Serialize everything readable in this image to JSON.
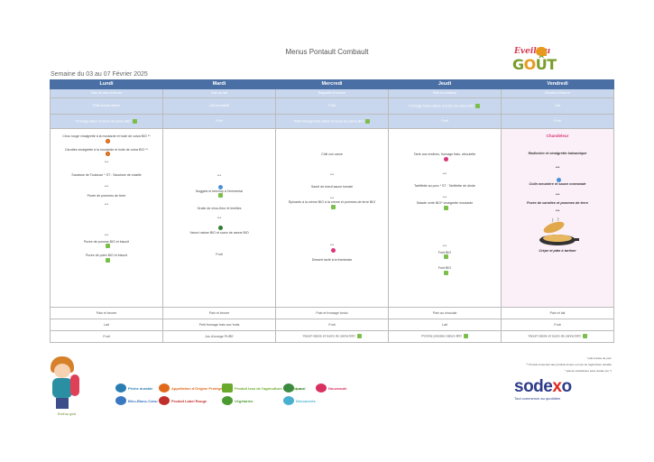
{
  "header": {
    "title": "Menus Pontault Combault",
    "week": "Semaine du 03 au 07 Février 2025"
  },
  "brand": {
    "logo_line1": "Eveil au",
    "logo_line2a": "G",
    "logo_line2b": "O",
    "logo_line2c": "ÛT"
  },
  "days": [
    "Lundi",
    "Mardi",
    "Mercredi",
    "Jeudi",
    "Vendredi"
  ],
  "rows": {
    "r1": [
      "Pain de mie et beurre",
      "Pain au lait",
      "Baguette et beurre",
      "Pain et confiture",
      "Brioche et beurre"
    ],
    "r2": [
      "Petit-suisse nature",
      "Lait aromatisé",
      "Fruit",
      "Fromage blanc nature et sucre de canne BIO",
      "Lait"
    ],
    "r3": [
      "Fromage blanc et sucre de canne BIO",
      "Fruit",
      "Petit fromage frais nature et sucre de canne BIO",
      "Fruit",
      "Fruit"
    ]
  },
  "main": {
    "lundi": [
      "Chou rouge vinaigrette à la moutarde et huile de colza BIO **",
      "Carottes vinaigrette à la moutarde et huile de colza BIO **",
      "***",
      "Saucisse de Toulouse * ST : Saucisse de volaille",
      "***",
      "Purée de pommes de terre",
      "***",
      "***",
      "Purée de pomme BIO et biscuit",
      "Purée de poire BIO et biscuit"
    ],
    "mardi": [
      "***",
      "Nuggets et ketchup à l'emmental",
      "Gratin de chou-fleur et lentilles",
      "***",
      "Yaourt nature BIO et sucre de canne BIO",
      "Fruit"
    ],
    "mercredi": [
      "Chili con carne",
      "***",
      "Sauté de bœuf sauce tomate",
      "***",
      "Épinards à la crème BIO à la crème et pommes de terre BIO",
      "***",
      "Dessert lacté à la framboise"
    ],
    "jeudi": [
      "Tarte aux endives, fromage frais, ciboulette",
      "***",
      "Tartiflette au porc * ST : Tartiflette de dinde",
      "***",
      "Salade verte BIO* vinaigrette moutarde",
      "***",
      "Fruit BIO",
      "Fruit BIO"
    ],
    "vendredi": [
      "Chandeleur",
      "Radicchio et vinaigrette balsamique",
      "***",
      "Colin meunière et sauce normande",
      "***",
      "Purée de carottes et pommes de terre",
      "***",
      "Crêpe et pâte à tartiner"
    ]
  },
  "bottom": {
    "b1": [
      "Pain et beurre",
      "Pain et beurre",
      "Pain et fromage fondu",
      "Pain au chocolat",
      "Pain et lait"
    ],
    "b2": [
      "Lait",
      "Petit fromage frais aux fruits",
      "Fruit",
      "Lait",
      "Fruit"
    ],
    "b3": [
      "Fruit",
      "Jus d'orange PURE",
      "Yaourt nature et sucre de canne BIO",
      "Pomme pressée nature BIO",
      "Yaourt nature et sucre de canne BIO"
    ]
  },
  "notes": [
    "* plat à base de porc",
    "** Produit contenant des produits locaux ou issu de l'agriculture durable",
    "* plat de substitution sans viande (ou *)"
  ],
  "legend": [
    {
      "label": "Pêche durable",
      "color": "#2a7db3"
    },
    {
      "label": "Appellation d'Origine Protégée",
      "color": "#e06a1a"
    },
    {
      "label": "Produit issu de l'agriculture biologique",
      "color": "#6aaa2a"
    },
    {
      "label": "Local",
      "color": "#3a8a40"
    },
    {
      "label": "Nouveauté",
      "color": "#d83060"
    },
    {
      "label": "Bleu-Blanc-Cœur",
      "color": "#3a78c0"
    },
    {
      "label": "Produit Label Rouge",
      "color": "#c0302a"
    },
    {
      "label": "Végétarien",
      "color": "#4a9a30"
    },
    {
      "label": "Découverte",
      "color": "#4ab0d0"
    }
  ],
  "kid_caption": "Eveil au goût",
  "sodexo": {
    "word_a": "sode",
    "word_b": "x",
    "word_c": "o",
    "tag": "Tout commence au quotidien"
  }
}
